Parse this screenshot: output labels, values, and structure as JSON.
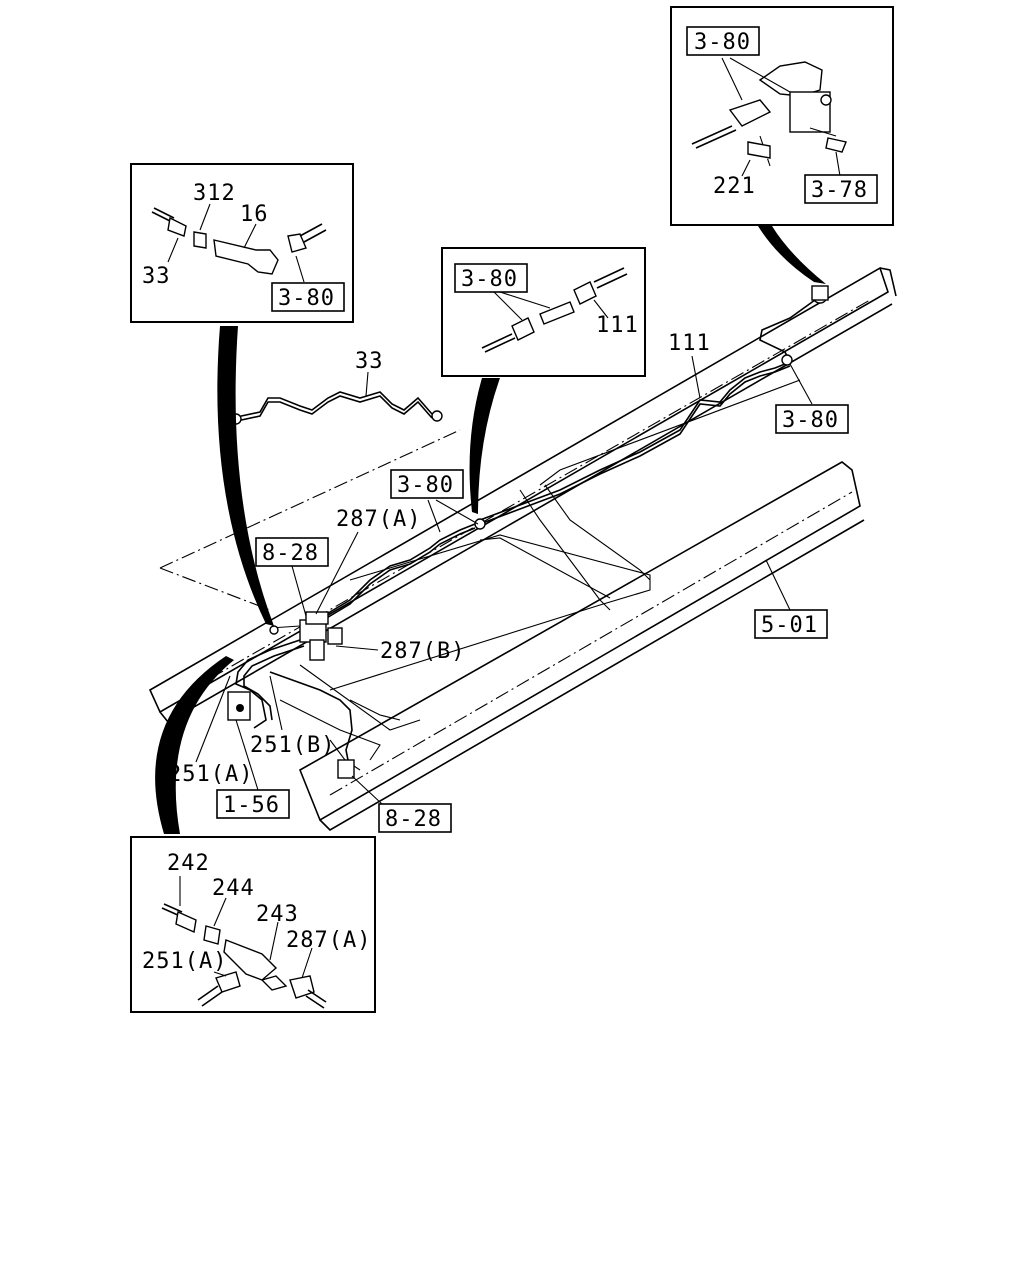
{
  "labels": {
    "inset_tr_ref_top": "3-80",
    "inset_tr_221": "221",
    "inset_tr_ref_378": "3-78",
    "inset_tl_312": "312",
    "inset_tl_16": "16",
    "inset_tl_33": "33",
    "inset_tl_ref": "3-80",
    "inset_mid_ref": "3-80",
    "inset_mid_111": "111",
    "main_33": "33",
    "main_111": "111",
    "main_ref_380_right": "3-80",
    "main_ref_380_mid": "3-80",
    "main_287a": "287(A)",
    "main_ref_828_top": "8-28",
    "main_287b": "287(B)",
    "main_ref_501": "5-01",
    "main_251b": "251(B)",
    "main_251a": "251(A)",
    "main_ref_156": "1-56",
    "main_ref_828_bottom": "8-28",
    "inset_bl_242": "242",
    "inset_bl_244": "244",
    "inset_bl_243": "243",
    "inset_bl_287a": "287(A)",
    "inset_bl_251a": "251(A)"
  }
}
